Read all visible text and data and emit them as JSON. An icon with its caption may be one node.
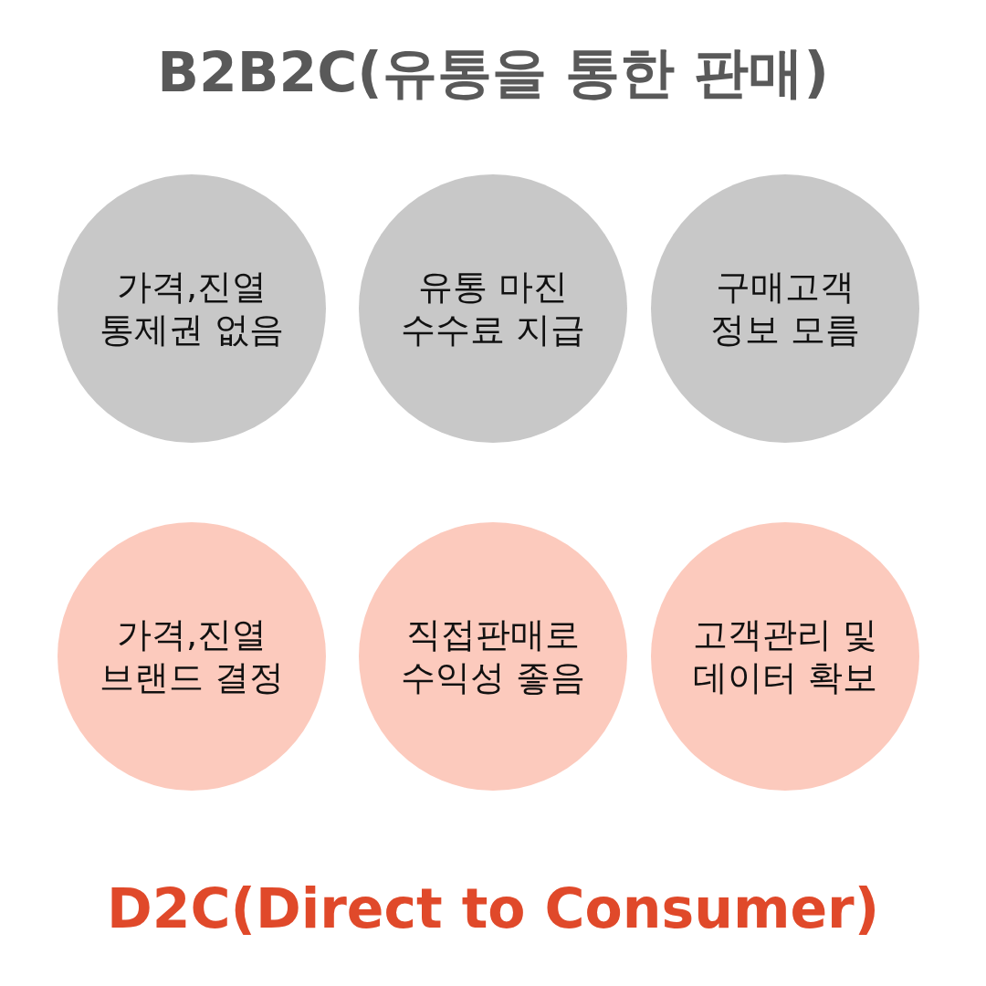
{
  "diagram": {
    "title": "B2B2C(유통을 통한 판매)",
    "nodes": [
      {
        "text": [
          "가격,진열 통제권 없음"
        ]
      },
      {
        "text": [
          "유통 마진 수수료 지급"
        ]
      },
      {
        "text": [
          "구매고객 정보 모름"
        ]
      },
      {
        "text": [
          "가격,진열 브랜드 결정"
        ]
      },
      {
        "text": [
          "직접판매로 수익성 좋음"
        ]
      },
      {
        "text": [
          "고객관리 및 데이터 확보"
        ]
      }
    ],
    "labels": [
      "D2C(Direct to Consumer)"
    ]
  }
}
